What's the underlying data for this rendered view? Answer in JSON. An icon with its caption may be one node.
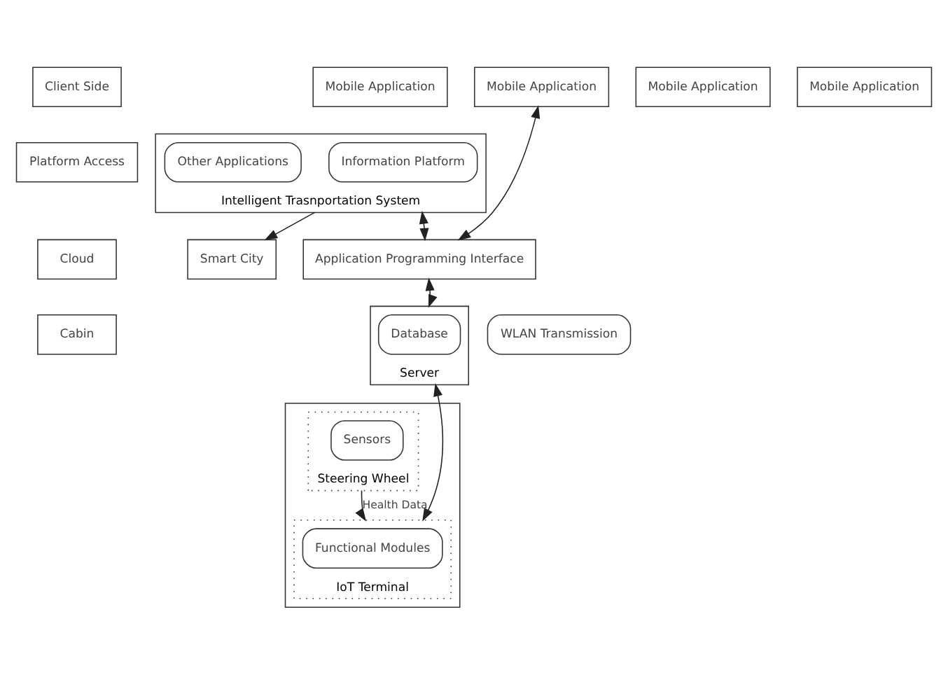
{
  "diagram": {
    "nodes": [
      {
        "text": [
          "Client Side"
        ]
      },
      {
        "text": [
          "Mobile Application"
        ]
      },
      {
        "text": [
          "Mobile Application"
        ]
      },
      {
        "text": [
          "Mobile Application"
        ]
      },
      {
        "text": [
          "Mobile Application"
        ]
      },
      {
        "text": [
          "Platform Access"
        ]
      },
      {
        "text": [
          "Intelligent Trasnportation System"
        ]
      },
      {
        "text": [
          "Information Platform"
        ],
        "in": 6
      },
      {
        "text": [
          "Other Applications"
        ],
        "in": 6
      },
      {
        "text": [
          "Smart City"
        ]
      },
      {
        "text": [
          "Application Programming Interface"
        ]
      },
      {
        "text": [
          "Cloud"
        ]
      },
      {
        "text": [
          "Server"
        ]
      },
      {
        "text": [
          "Database"
        ],
        "in": 12
      },
      {
        "text": [
          "WLAN Transmission"
        ]
      },
      {
        "text": [
          "Cabin"
        ]
      },
      {
        "text": [],
        "shape": "box"
      },
      {
        "text": [
          "Steering Wheel"
        ],
        "in": 16
      },
      {
        "text": [
          "Sensors"
        ],
        "in": 17
      },
      {
        "text": [
          "IoT Terminal"
        ],
        "in": 16
      },
      {
        "text": [
          "Functional Modules"
        ],
        "in": 19
      }
    ],
    "edges": [
      {
        "from": 4,
        "to": 10,
        "arrow": "both"
      },
      {
        "from": 6,
        "to": 9,
        "arrow": "to"
      },
      {
        "from": 6,
        "to": 10,
        "arrow": "both"
      },
      {
        "from": 10,
        "to": 12,
        "arrow": "both"
      },
      {
        "from": 12,
        "to": 19,
        "arrow": "both"
      },
      {
        "from": 17,
        "to": 19,
        "arrow": "to",
        "label": "Health Data"
      }
    ]
  }
}
